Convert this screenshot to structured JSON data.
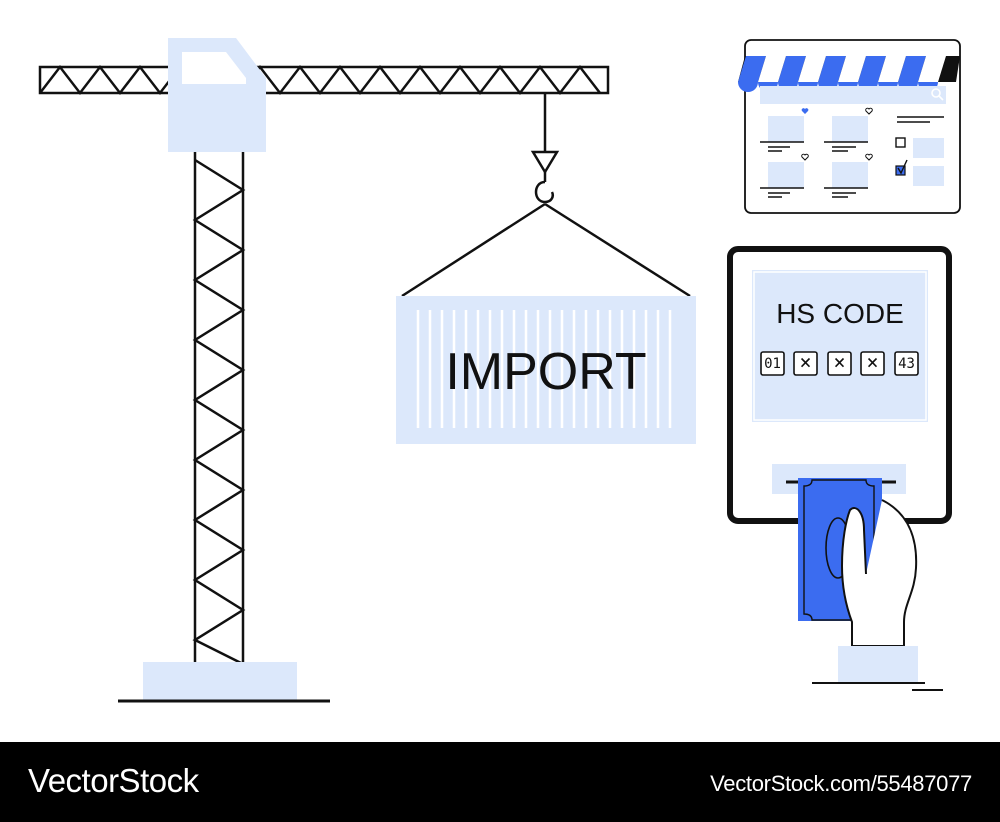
{
  "illustration": {
    "container_label": "IMPORT",
    "kiosk_title": "HS CODE",
    "code_boxes": [
      "01",
      "×",
      "×",
      "×",
      "43"
    ]
  },
  "footer": {
    "brand": "VectorStock",
    "stock_id": "VectorStock.com/55487077"
  },
  "colors": {
    "accent_blue": "#3b6cf0",
    "pale_blue": "#dce8fb",
    "stroke": "#111111",
    "footer_bg": "#000000"
  }
}
